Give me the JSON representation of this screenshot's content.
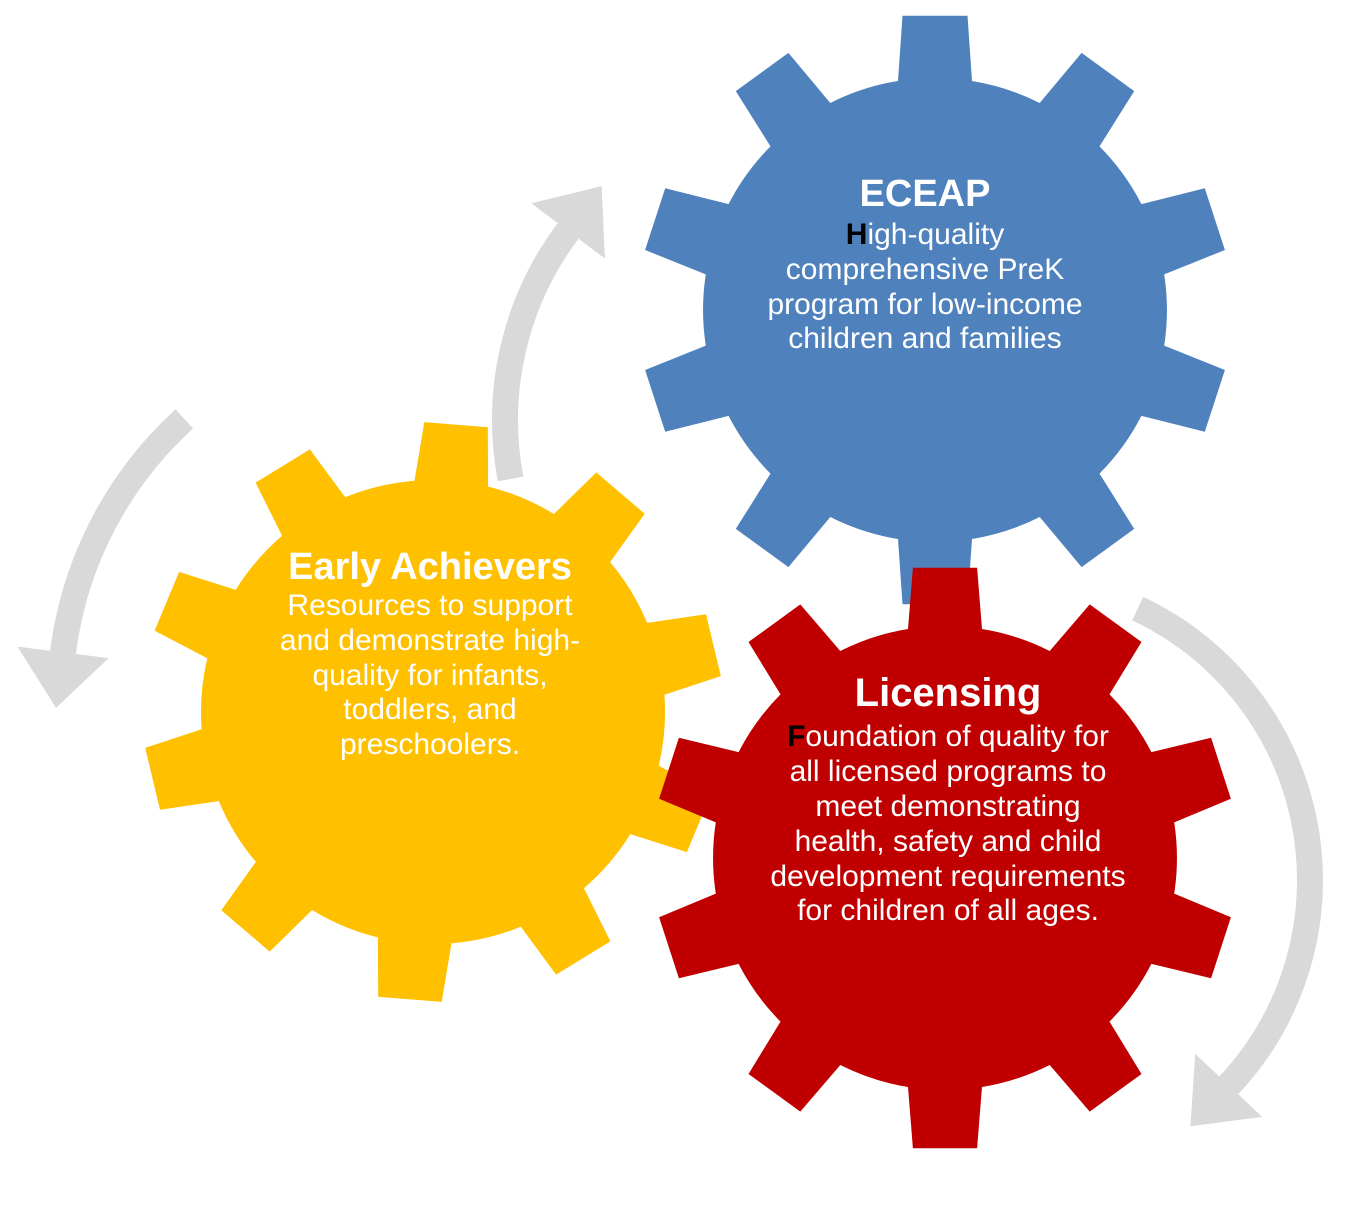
{
  "diagram": {
    "eceap": {
      "title": "ECEAP",
      "desc_first": "H",
      "desc_rest": "igh-quality comprehensive PreK program for low-income children and families",
      "color": "#4f81bd"
    },
    "early_achievers": {
      "title": "Early Achievers",
      "desc": "Resources to support and demonstrate high-quality for infants, toddlers, and preschoolers.",
      "color": "#ffc000"
    },
    "licensing": {
      "title": "Licensing",
      "desc_first": "F",
      "desc_rest": "oundation of quality for all licensed programs to meet demonstrating health, safety and child development requirements for children of all ages.",
      "color": "#c00000"
    },
    "arrow_color": "#d9d9d9",
    "arrow_count": 3,
    "icons": [
      "gear-icon",
      "curved-arrow-icon"
    ]
  }
}
